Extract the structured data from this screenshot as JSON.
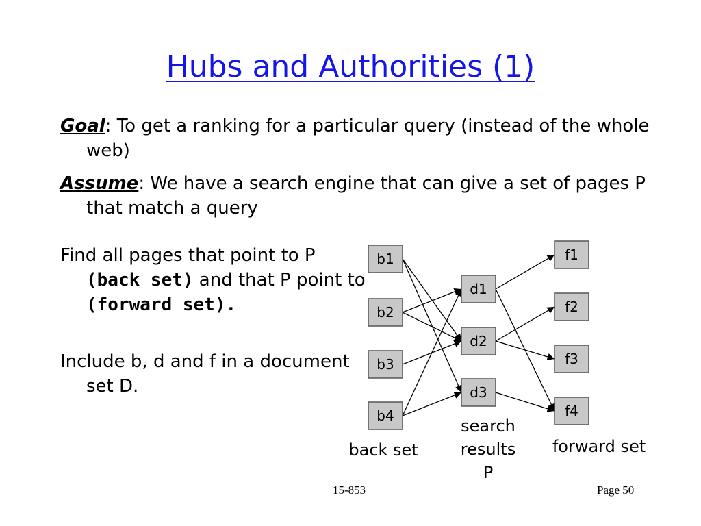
{
  "slide": {
    "title": "Hubs and Authorities (1)",
    "goal": {
      "term": "Goal",
      "text": ": To get a ranking for a particular query (instead of the whole web)"
    },
    "assume": {
      "term": "Assume",
      "text": ": We have a search engine that can give a set of pages  P that match a query"
    },
    "find": {
      "part1": "Find all pages that point to P ",
      "bold1": "(back set)",
      "part2": " and that P point to ",
      "bold2": "(forward set)."
    },
    "include": "Include b, d and f in a document set D."
  },
  "diagram": {
    "back_nodes": [
      "b1",
      "b2",
      "b3",
      "b4"
    ],
    "result_nodes": [
      "d1",
      "d2",
      "d3"
    ],
    "forward_nodes": [
      "f1",
      "f2",
      "f3",
      "f4"
    ],
    "edges": [
      [
        "b1",
        "d2"
      ],
      [
        "b1",
        "d3"
      ],
      [
        "b2",
        "d1"
      ],
      [
        "b2",
        "d2"
      ],
      [
        "b3",
        "d2"
      ],
      [
        "b4",
        "d1"
      ],
      [
        "b4",
        "d3"
      ],
      [
        "d1",
        "f1"
      ],
      [
        "d1",
        "f4"
      ],
      [
        "d2",
        "f2"
      ],
      [
        "d2",
        "f3"
      ],
      [
        "d3",
        "f4"
      ]
    ],
    "captions": {
      "back": "back set",
      "results": [
        "search",
        "results",
        "P"
      ],
      "forward": "forward set"
    }
  },
  "footer": {
    "course": "15-853",
    "page": "Page 50"
  }
}
